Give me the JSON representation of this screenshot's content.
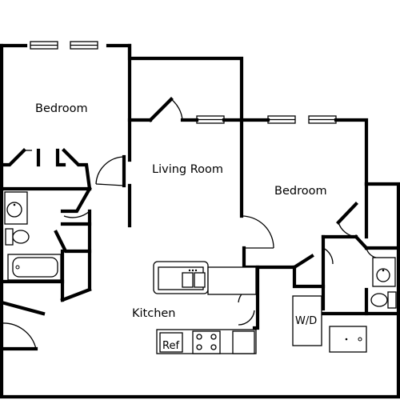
{
  "rooms": {
    "bedroom_left": "Bedroom",
    "living_room": "Living Room",
    "bedroom_right": "Bedroom",
    "kitchen": "Kitchen",
    "laundry": "W/D",
    "refrigerator": "Ref"
  }
}
